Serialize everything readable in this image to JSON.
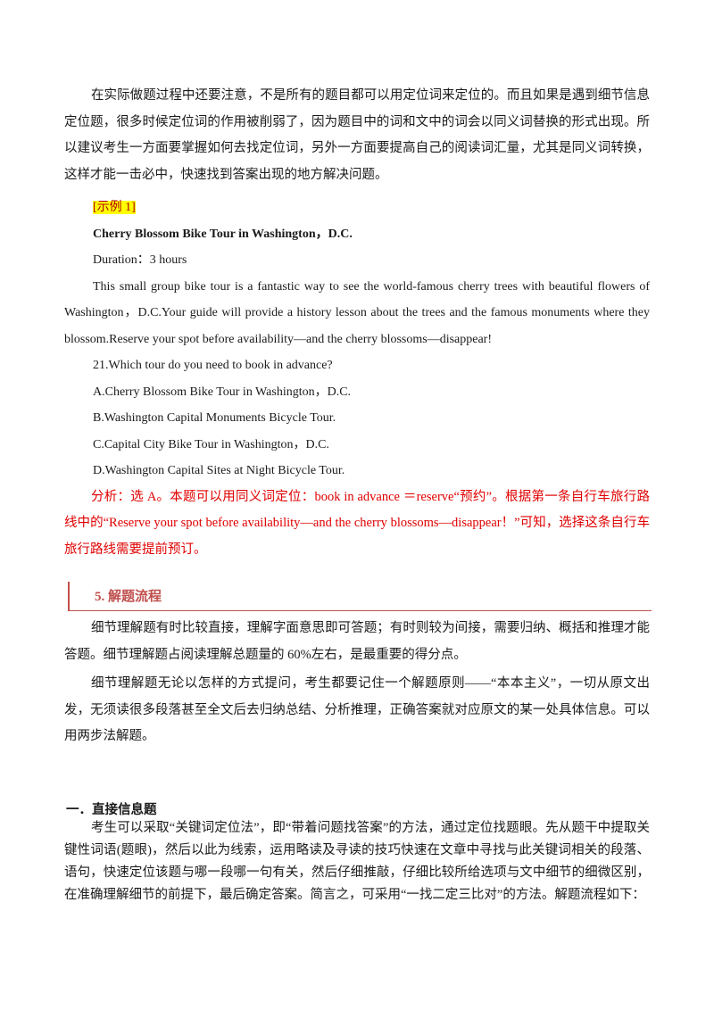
{
  "intro": "在实际做题过程中还要注意，不是所有的题目都可以用定位词来定位的。而且如果是遇到细节信息定位题，很多时候定位词的作用被削弱了，因为题目中的词和文中的词会以同义词替换的形式出现。所以建议考生一方面要掌握如何去找定位词，另外一方面要提高自己的阅读词汇量，尤其是同义词转换，这样才能一击必中，快速找到答案出现的地方解决问题。",
  "example": {
    "tag": "[示例 1]",
    "title": "Cherry Blossom Bike Tour in Washington，D.C.",
    "duration": "Duration：3 hours",
    "passage": "This small group bike tour is a fantastic way to see the world-famous cherry trees with beautiful flowers of Washington，D.C.Your guide will provide a history lesson about the trees and the famous monuments where they blossom.Reserve your spot before availability—and the cherry blossoms—disappear!",
    "question": "21.Which tour do you need to book in advance?",
    "options": [
      "A.Cherry Blossom Bike Tour in Washington，D.C.",
      "B.Washington Capital Monuments Bicycle Tour.",
      "C.Capital City Bike Tour in Washington，D.C.",
      "D.Washington Capital Sites at Night Bicycle Tour."
    ],
    "analysis": "分析：选 A。本题可以用同义词定位：book in advance ＝reserve“预约”。根据第一条自行车旅行路线中的“Reserve your spot before availability—and the cherry blossoms—disappear！”可知，选择这条自行车旅行路线需要提前预订。"
  },
  "section5": {
    "title": "5. 解题流程",
    "p1": "细节理解题有时比较直接，理解字面意思即可答题；有时则较为间接，需要归纳、概括和推理才能答题。细节理解题占阅读理解总题量的 60%左右，是最重要的得分点。",
    "p2": "细节理解题无论以怎样的方式提问，考生都要记住一个解题原则——“本本主义”，一切从原文出发，无须读很多段落甚至全文后去归纳总结、分析推理，正确答案就对应原文的某一处具体信息。可以用两步法解题。"
  },
  "part1": {
    "title": "一．直接信息题",
    "p": "考生可以采取“关键词定位法”，即“带着问题找答案”的方法，通过定位找题眼。先从题干中提取关键性词语(题眼)，然后以此为线索，运用略读及寻读的技巧快速在文章中寻找与此关键词相关的段落、语句，快速定位该题与哪一段哪一句有关，然后仔细推敲，仔细比较所给选项与文中细节的细微区别，在准确理解细节的前提下，最后确定答案。简言之，可采用“一找二定三比对”的方法。解题流程如下："
  },
  "colors": {
    "accent": "#c0504d",
    "analysis": "#e00000",
    "highlight": "#ffff00"
  }
}
